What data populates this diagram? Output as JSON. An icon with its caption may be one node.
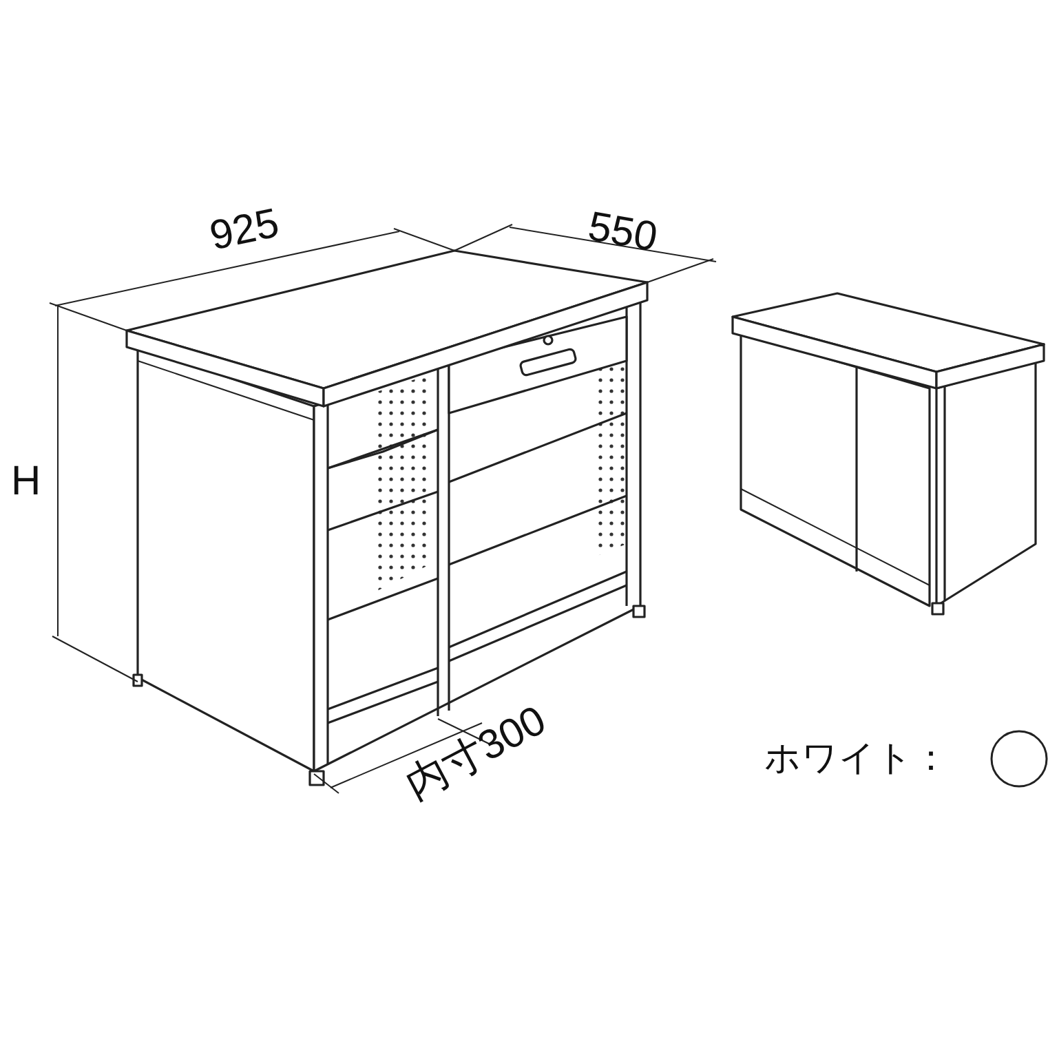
{
  "diagram": {
    "labels": [
      "925",
      "550",
      "H",
      "内寸300"
    ],
    "legend": [
      {
        "text": "ホワイト：",
        "color": "#ffffff"
      }
    ]
  }
}
